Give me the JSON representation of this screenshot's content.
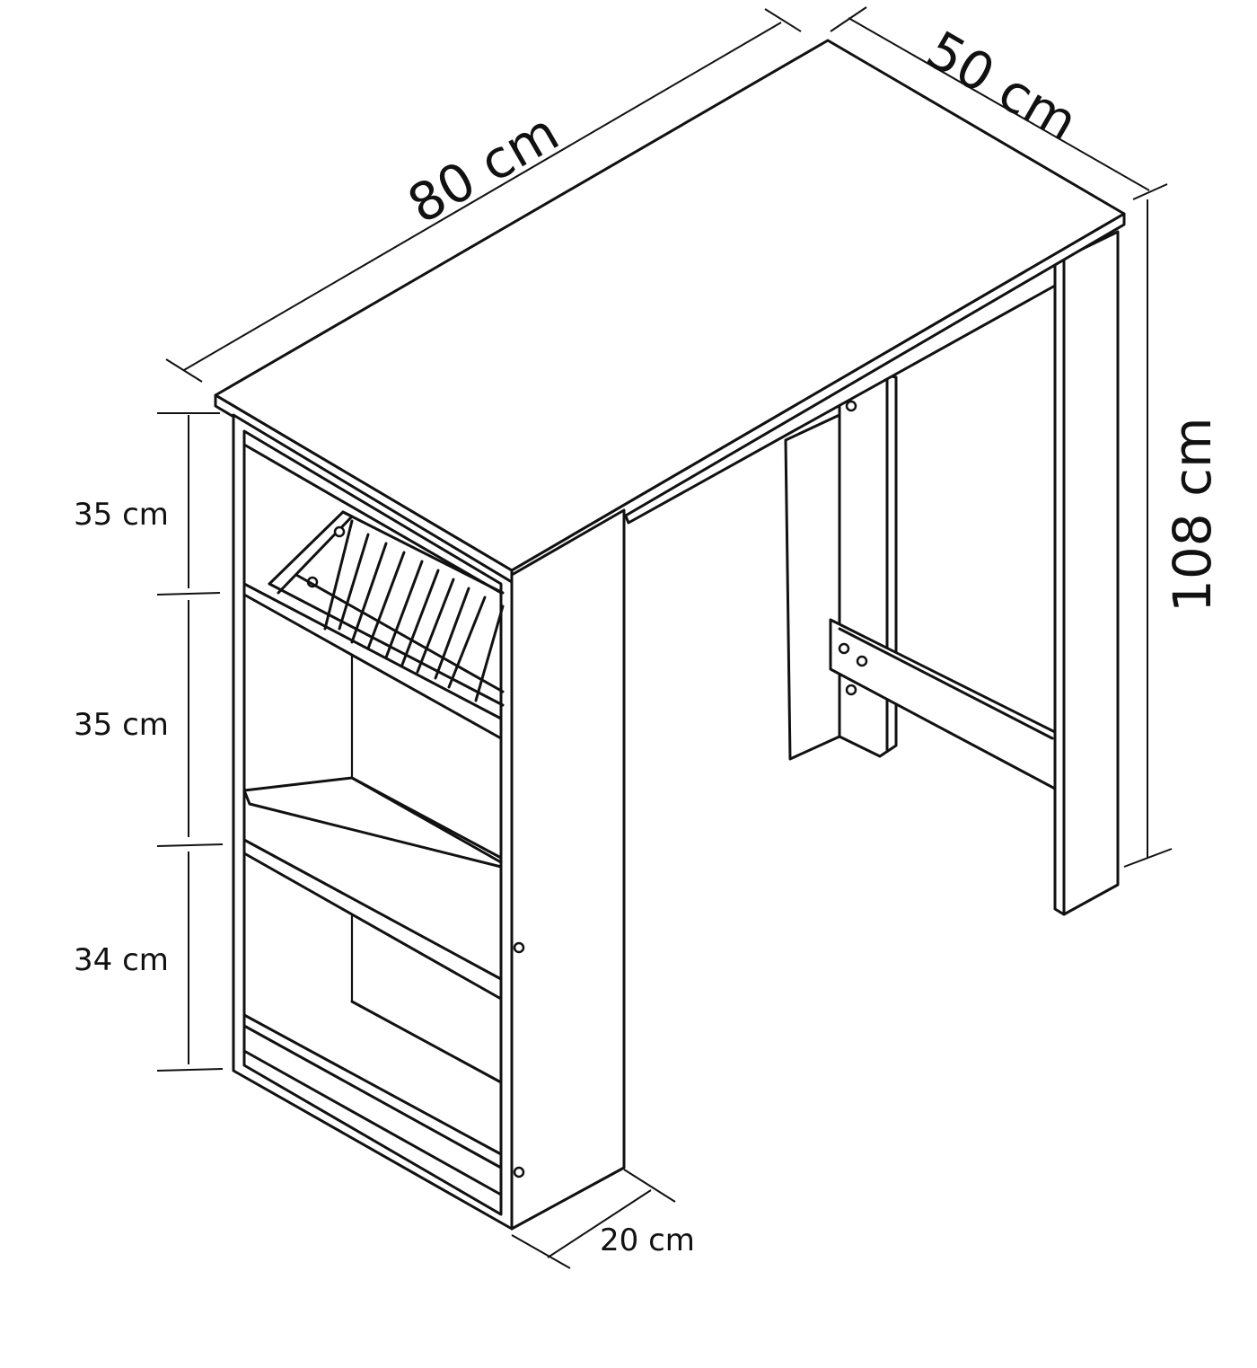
{
  "dimensions": {
    "width": "80 cm",
    "depth": "50 cm",
    "height": "108 cm",
    "shelf_top": "35 cm",
    "shelf_middle": "35 cm",
    "shelf_bottom": "34 cm",
    "shelf_depth": "20 cm"
  }
}
